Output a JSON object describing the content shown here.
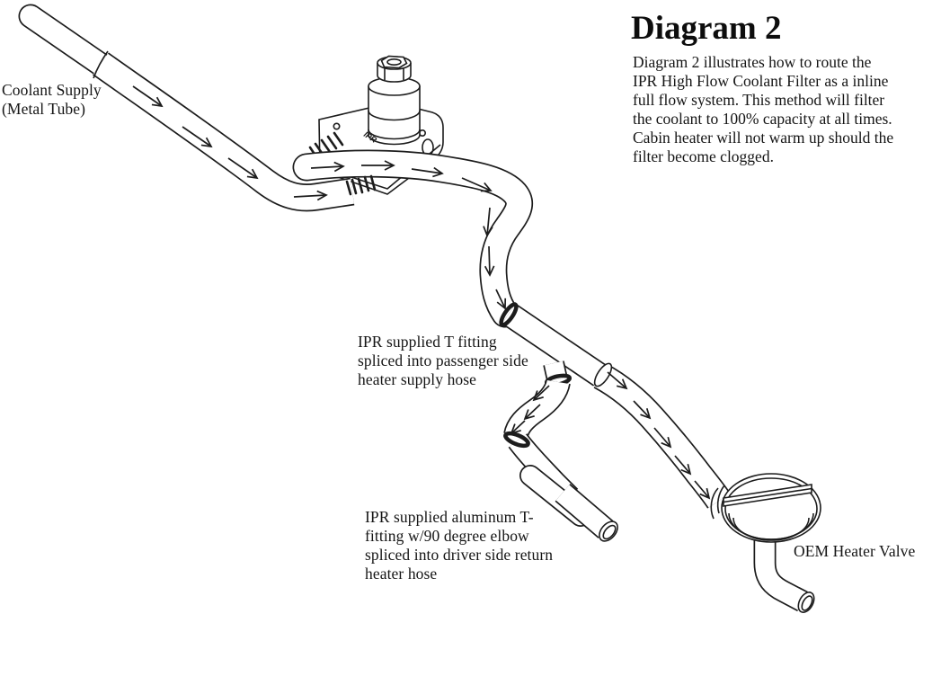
{
  "title": "Diagram 2",
  "description": "Diagram 2 illustrates how to route the\nIPR High Flow Coolant Filter as a inline\nfull flow system. This method will filter\nthe coolant to 100% capacity at all times.\nCabin heater will not warm up should the\nfilter become clogged.",
  "labels": {
    "coolant_supply": "Coolant Supply\n(Metal Tube)",
    "t_fitting": "IPR supplied T fitting\nspliced into passenger side\nheater supply hose",
    "aluminum_t": "IPR supplied aluminum T-\nfitting w/90 degree elbow\nspliced into driver side return\nheater hose",
    "oem_valve": "OEM Heater Valve",
    "filter_engraving": "IPR"
  },
  "colors": {
    "ink": "#1c1c1c",
    "background": "#ffffff"
  }
}
